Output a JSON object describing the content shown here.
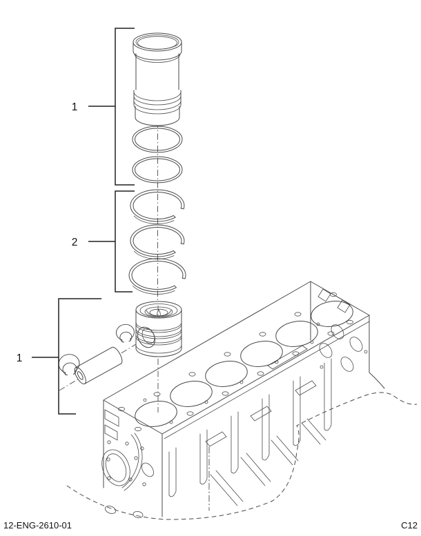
{
  "figure": {
    "type": "exploded-parts-diagram",
    "callouts": [
      {
        "label": "1"
      },
      {
        "label": "2"
      },
      {
        "label": "1"
      }
    ],
    "footer": {
      "drawing_number": "12-ENG-2610-01",
      "sheet_code": "C12"
    },
    "colors": {
      "background": "#ffffff",
      "line": "#474747",
      "callout_line": "#1f1f1f",
      "text": "#111111"
    },
    "parts": [
      "cylinder-liner",
      "liner-o-ring-upper",
      "liner-o-ring-lower",
      "compression-ring-top",
      "compression-ring-intermediate",
      "oil-control-ring",
      "piston",
      "piston-pin",
      "pin-retaining-ring-outer",
      "pin-retaining-ring-inner",
      "crankcase-cylinder-block"
    ]
  }
}
